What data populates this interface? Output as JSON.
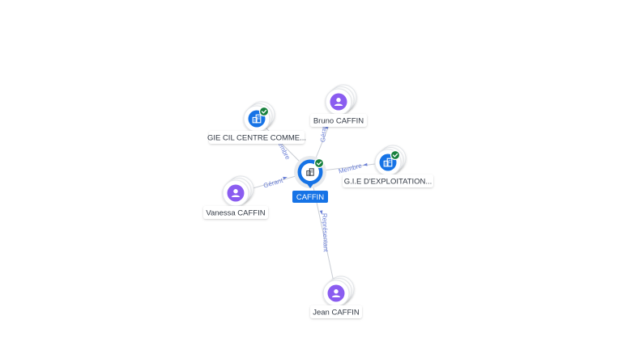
{
  "colors": {
    "person": "#8a5cf0",
    "company": "#1673e6",
    "check": "#17803d",
    "edge": "#c9cdd4",
    "edge_label": "#6a7fd6",
    "center": "#1673e6"
  },
  "center": {
    "label": "CAFFIN",
    "icon": "building-icon",
    "verified": true
  },
  "nodes": [
    {
      "id": "gie-cil",
      "kind": "company",
      "icon": "building-icon",
      "verified": true,
      "label": "GIE CIL CENTRE COMME..."
    },
    {
      "id": "bruno",
      "kind": "person",
      "icon": "person-icon",
      "verified": false,
      "label": "Bruno CAFFIN"
    },
    {
      "id": "gie-exploitation",
      "kind": "company",
      "icon": "building-icon",
      "verified": true,
      "label": "G.I.E D'EXPLOITATION..."
    },
    {
      "id": "vanessa",
      "kind": "person",
      "icon": "person-icon",
      "verified": false,
      "label": "Vanessa CAFFIN"
    },
    {
      "id": "jean",
      "kind": "person",
      "icon": "person-icon",
      "verified": false,
      "label": "Jean CAFFIN"
    }
  ],
  "edges": [
    {
      "target": "gie-cil",
      "label": "Membre"
    },
    {
      "target": "bruno",
      "label": "Gérant"
    },
    {
      "target": "gie-exploitation",
      "label": "Membre"
    },
    {
      "target": "vanessa",
      "label": "Gérant"
    },
    {
      "target": "jean",
      "label": "Représentant"
    }
  ]
}
